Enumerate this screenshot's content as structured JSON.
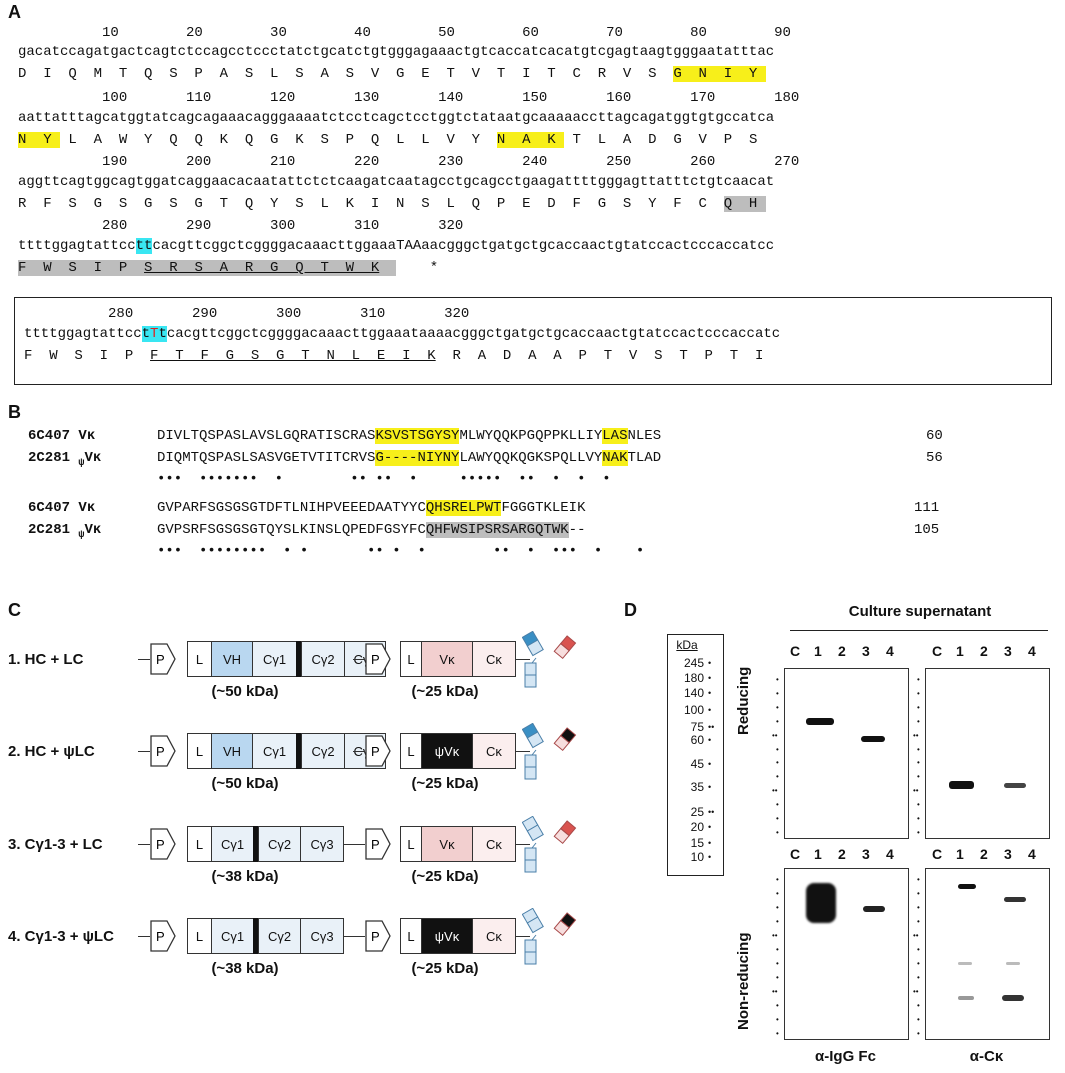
{
  "panels": {
    "A": "A",
    "B": "B",
    "C": "C",
    "D": "D"
  },
  "panelA": {
    "rows": [
      {
        "numbers": "          10        20        30        40        50        60        70        80        90",
        "nt": "gacatccagatgactcagtctccagcctccctatctgcatctgtgggagaaactgtcaccatcacatgtcgagtaagtgggaatatttac",
        "aa_pre": "D  I  Q  M  T  Q  S  P  A  S  L  S  A  S  V  G  E  T  V  T  I  T  C  R  V  S  ",
        "aa_hl": "G  N  I  Y "
      },
      {
        "numbers": "          100       110       120       130       140       150       160       170       180",
        "nt": "aattatttagcatggtatcagcagaaacagggaaaatctcctcagctcctggtctataatgcaaaaaccttagcagatggtgtgccatca",
        "aa_hl1": "N  Y ",
        "aa_mid": " L  A  W  Y  Q  Q  K  Q  G  K  S  P  Q  L  L  V  Y  ",
        "aa_hl2": "N  A  K ",
        "aa_post": " T  L  A  D  G  V  P  S"
      },
      {
        "numbers": "          190       200       210       220       230       240       250       260       270",
        "nt": "aggttcagtggcagtggatcaggaacacaatattctctcaagatcaatagcctgcagcctgaagattttgggagttatttctgtcaacat",
        "aa_pre": "R  F  S  G  S  G  S  G  T  Q  Y  S  L  K  I  N  S  L  Q  P  E  D  F  G  S  Y  F  C  ",
        "aa_hl": "Q  H "
      },
      {
        "numbers": "          280       290       300       310       320",
        "nt_pre": "ttttggagtattcc",
        "nt_hl": "tt",
        "nt_post": "cacgttcggctcggggacaaacttggaaaTAAaacgggctgatgctgcaccaactgtatccactcccaccatcc",
        "aa_hl": "F  W  S  I  P  ",
        "aa_ul": "S  R  S  A  R  G  Q  T  W  K",
        "aa_tail": "    *"
      }
    ],
    "boxed": {
      "numbers": "          280       290       300       310       320",
      "nt_pre": "ttttggagtattcc",
      "nt_c1": "t",
      "nt_red": "T",
      "nt_c2": "t",
      "nt_post": "cacgttcggctcggggacaaacttggaaataaaacgggctgatgctgcaccaactgtatccactcccaccatc",
      "aa_pre": "F  W  S  I  P  ",
      "aa_ul": "F  T  F  G  S  G  T  N  L  E  I  K",
      "aa_post": "  R  A  D  A  A  P  T  V  S  T  P  T  I"
    }
  },
  "panelB": {
    "rows": [
      {
        "name": "6C407",
        "chain": "Vκ",
        "psi": "",
        "pre": "DIVLTQSPASLAVSLGQRATISCRAS",
        "hl": "KSVSTSGYSY",
        "mid": "MLWYQQKPGQPPKLLIY",
        "hl2": "LAS",
        "post": "NLES",
        "num": "60"
      },
      {
        "name": "2C281",
        "chain": "Vκ",
        "psi": "ψ",
        "pre": "DIQMTQSPASLSASVGETVTITCRVS",
        "hl": "G----NIYNY",
        "mid": "LAWYQQKQGKSPQLLVY",
        "hl2": "NAK",
        "post": "TLAD",
        "num": "56"
      },
      {
        "name": "6C407",
        "chain": "Vκ",
        "psi": "",
        "pre": "GVPARFSGSGSGTDFTLNIHPVEEEDAATYYC",
        "hl": "QHSRELPWT",
        "post": "FGGGTKLEIK",
        "num": "111"
      },
      {
        "name": "2C281",
        "chain": "Vκ",
        "psi": "ψ",
        "pre": "GVPSRFSGSGSGTQYSLKINSLQPEDFGSYFC",
        "hl": "QHFWSIPSRSARGQTWK",
        "post": "--",
        "num": "105"
      }
    ],
    "dots1": "•••  •••••••  •        •• ••  •     •••••  ••  •  •  •",
    "dots2": "•••  ••••••••  • •       •• •  •        ••  •  •••  •    •"
  },
  "panelC": {
    "rows": [
      {
        "label": "1.  HC + LC",
        "hc": [
          "L",
          "VH",
          "Cγ1",
          "Cγ2",
          "Cγ3"
        ],
        "lc": [
          "L",
          "Vκ",
          "Cκ"
        ],
        "hc_kda": "(~50 kDa)",
        "lc_kda": "(~25 kDa)",
        "hc_has_v": true,
        "psi": false
      },
      {
        "label": "2.  HC + ψLC",
        "hc": [
          "L",
          "VH",
          "Cγ1",
          "Cγ2",
          "Cγ3"
        ],
        "lc": [
          "L",
          "ψVκ",
          "Cκ"
        ],
        "hc_kda": "(~50 kDa)",
        "lc_kda": "(~25 kDa)",
        "hc_has_v": true,
        "psi": true
      },
      {
        "label": "3.  Cγ1-3 + LC",
        "hc": [
          "L",
          "Cγ1",
          "Cγ2",
          "Cγ3"
        ],
        "lc": [
          "L",
          "Vκ",
          "Cκ"
        ],
        "hc_kda": "(~38 kDa)",
        "lc_kda": "(~25 kDa)",
        "hc_has_v": false,
        "psi": false
      },
      {
        "label": "4.  Cγ1-3 + ψLC",
        "hc": [
          "L",
          "Cγ1",
          "Cγ2",
          "Cγ3"
        ],
        "lc": [
          "L",
          "ψVκ",
          "Cκ"
        ],
        "hc_kda": "(~38 kDa)",
        "lc_kda": "(~25 kDa)",
        "hc_has_v": false,
        "psi": true
      }
    ],
    "promoter": "P",
    "colors": {
      "vh": "#b9d7f0",
      "vk": "#f2cfcf",
      "ck": "#fbeeee",
      "cg": "#e9f1f8",
      "psi": "#111111"
    }
  },
  "panelD": {
    "title": "Culture supernatant",
    "lanes": [
      "C",
      "1",
      "2",
      "3",
      "4"
    ],
    "ladder_unit": "kDa",
    "ladder": [
      "245",
      "180",
      "140",
      "100",
      "75",
      "60",
      "45",
      "35",
      "25",
      "20",
      "15",
      "10"
    ],
    "row_labels": [
      "Reducing",
      "Non-reducing"
    ],
    "col_labels": [
      "α-IgG Fc",
      "α-Cκ"
    ]
  }
}
